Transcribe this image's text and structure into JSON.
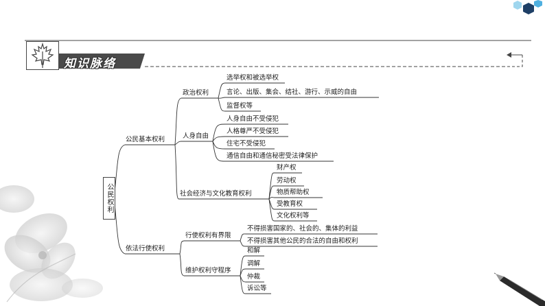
{
  "header": {
    "title": "知识脉络",
    "icon": "maple-leaf-icon"
  },
  "root": "公民权利",
  "branches": [
    {
      "label": "公民基本权利",
      "children": [
        {
          "label": "政治权利",
          "items": [
            "选举权和被选举权",
            "言论、出版、集会、结社、游行、示威的自由",
            "监督权等"
          ]
        },
        {
          "label": "人身自由",
          "items": [
            "人身自由不受侵犯",
            "人格尊严不受侵犯",
            "住宅不受侵犯",
            "通信自由和通信秘密受法律保护"
          ]
        },
        {
          "label": "社会经济与文化教育权利",
          "items": [
            "财产权",
            "劳动权",
            "物质帮助权",
            "受教育权",
            "文化权利等"
          ]
        }
      ]
    },
    {
      "label": "依法行使权利",
      "children": [
        {
          "label": "行使权利有界限",
          "items": [
            "不得损害国家的、社会的、集体的利益",
            "不得损害其他公民的合法的自由和权利"
          ]
        },
        {
          "label": "维护权利守程序",
          "items": [
            "和解",
            "调解",
            "仲裁",
            "诉讼等"
          ]
        }
      ]
    }
  ],
  "colors": {
    "line": "#333333",
    "banner": "#4a4a4a",
    "accent": "#1f8bc4"
  }
}
